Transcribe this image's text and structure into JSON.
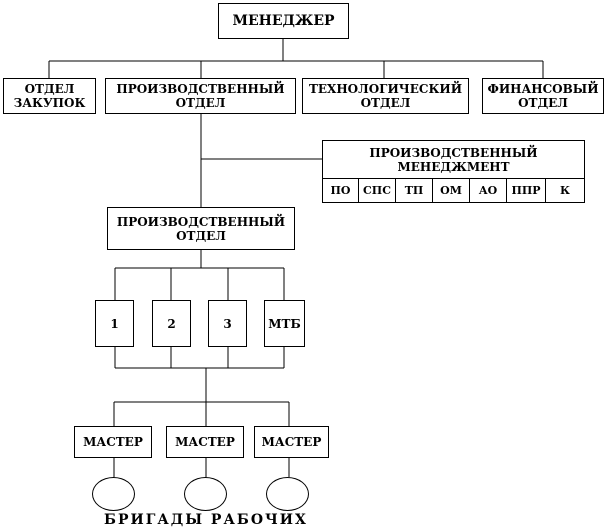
{
  "top": {
    "manager": "МЕНЕДЖЕР"
  },
  "departments": [
    {
      "line1": "ОТДЕЛ",
      "line2": "ЗАКУПОК"
    },
    {
      "line1": "ПРОИЗВОДСТВЕННЫЙ",
      "line2": "ОТДЕЛ"
    },
    {
      "line1": "ТЕХНОЛОГИЧЕСКИЙ",
      "line2": "ОТДЕЛ"
    },
    {
      "line1": "ФИНАНСОВЫЙ",
      "line2": "ОТДЕЛ"
    }
  ],
  "production_management": {
    "line1": "ПРОИЗВОДСТВЕННЫЙ",
    "line2": "МЕНЕДЖМЕНТ",
    "cells": [
      "ПО",
      "СПС",
      "ТП",
      "ОМ",
      "АО",
      "ППР",
      "К"
    ]
  },
  "production_department": {
    "line1": "ПРОИЗВОДСТВЕННЫЙ",
    "line2": "ОТДЕЛ"
  },
  "units": [
    "1",
    "2",
    "3",
    "МТБ"
  ],
  "masters": [
    "МАСТЕР",
    "МАСТЕР",
    "МАСТЕР"
  ],
  "caption": "БРИГАДЫ РАБОЧИХ"
}
